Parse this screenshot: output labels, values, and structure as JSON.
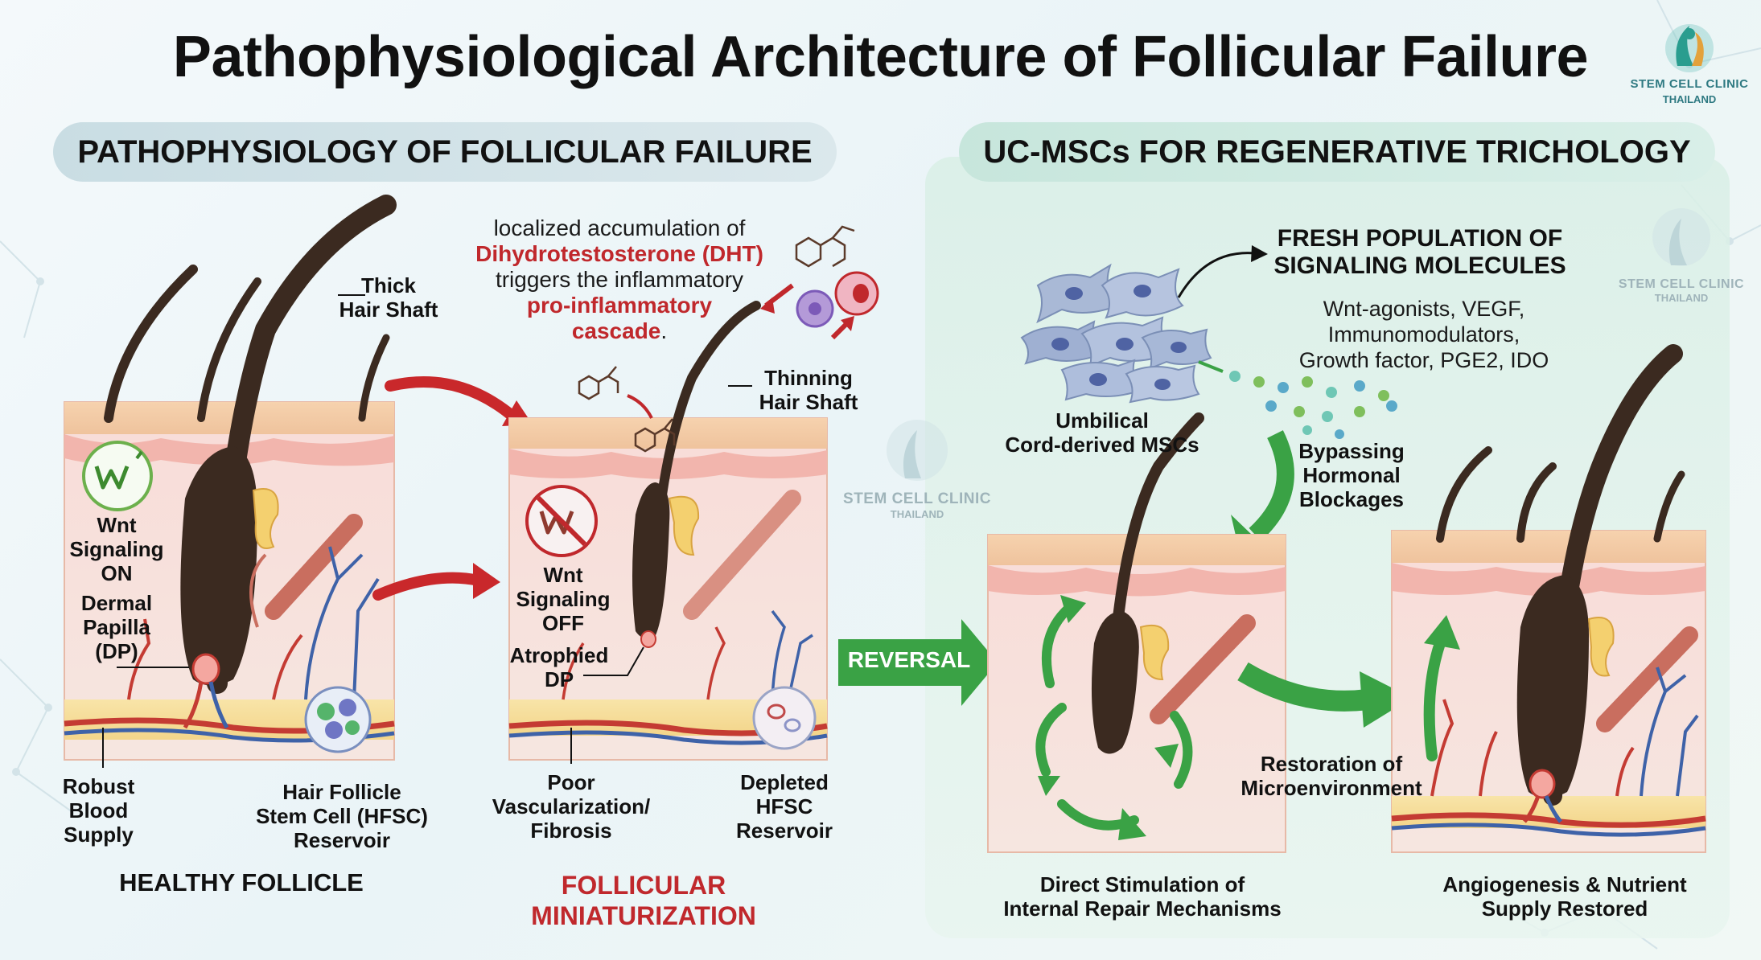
{
  "title": "Pathophysiological Architecture of Follicular Failure",
  "logo": {
    "line1": "STEM CELL CLINIC",
    "line2": "THAILAND"
  },
  "banners": {
    "left": "PATHOPHYSIOLOGY OF FOLLICULAR FAILURE",
    "right": "UC-MSCs FOR REGENERATIVE TRICHOLOGY"
  },
  "healthy": {
    "thick_shaft": [
      "Thick",
      "Hair Shaft"
    ],
    "wnt_on": [
      "Wnt",
      "Signaling",
      "ON"
    ],
    "dermal_papilla": [
      "Dermal",
      "Papilla",
      "(DP)"
    ],
    "blood": [
      "Robust",
      "Blood",
      "Supply"
    ],
    "hfsc": [
      "Hair Follicle",
      "Stem Cell (HFSC)",
      "Reservoir"
    ],
    "caption": "HEALTHY FOLLICLE",
    "wnt_icon": "Wnt"
  },
  "dht": {
    "line1": "localized accumulation of",
    "line2": "Dihydrotestosterone (DHT)",
    "line3": "triggers the inflammatory",
    "line4": "pro-inflammatory",
    "line5": "cascade",
    "line5_end": "."
  },
  "miniature": {
    "thinning": [
      "Thinning",
      "Hair Shaft"
    ],
    "wnt_off": [
      "Wnt",
      "Signaling",
      "OFF"
    ],
    "atrophied": [
      "Atrophied",
      "DP"
    ],
    "poor": [
      "Poor",
      "Vascularization/",
      "Fibrosis"
    ],
    "depleted": [
      "Depleted",
      "HFSC",
      "Reservoir"
    ],
    "caption": [
      "FOLLICULAR",
      "MINIATURIZATION"
    ]
  },
  "reversal": "REVERSAL",
  "regen": {
    "fresh": [
      "FRESH POPULATION OF",
      "SIGNALING MOLECULES"
    ],
    "molecules": [
      "Wnt-agonists,  VEGF,",
      "Immunomodulators,",
      "Growth factor, PGE2,  IDO"
    ],
    "mscs": [
      "Umbilical",
      "Cord-derived MSCs"
    ],
    "bypass": [
      "Bypassing",
      "Hormonal",
      "Blockages"
    ],
    "restoration": [
      "Restoration of",
      "Microenvironment"
    ],
    "direct": [
      "Direct Stimulation of",
      "Internal Repair Mechanisms"
    ],
    "angio": [
      "Angiogenesis & Nutrient",
      "Supply Restored"
    ]
  },
  "watermarks": {
    "line1": "STEM CELL CLINIC",
    "line2": "THAILAND"
  },
  "colors": {
    "accent_red": "#c0282c",
    "accent_green": "#3aa245",
    "hair": "#3b2a20",
    "skin": "#f5d9bd"
  }
}
